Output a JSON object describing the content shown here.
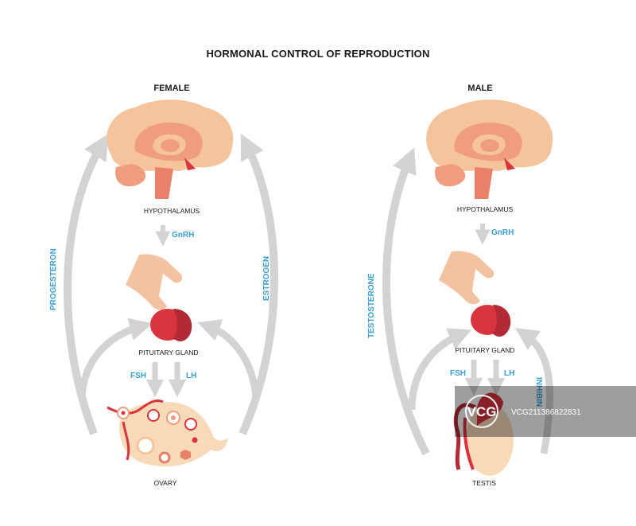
{
  "title": "HORMONAL CONTROL OF REPRODUCTION",
  "colors": {
    "hormone_text": "#3a9fd9",
    "arrow_gray": "#d3d3d3",
    "brain_light": "#f5c49c",
    "brain_mid": "#ef9d7e",
    "brain_dark": "#e98068",
    "gland_red": "#d8343e",
    "gland_dark": "#b12a35",
    "ovary": "#f8d9b8",
    "pituitary_stalk": "#f3c3a1"
  },
  "female": {
    "heading": "FEMALE",
    "hypothalamus_label": "HYPOTHALAMUS",
    "gnrh_label": "GnRH",
    "pituitary_label": "PITUITARY GLAND",
    "fsh_label": "FSH",
    "lh_label": "LH",
    "organ_label": "OVARY",
    "left_feedback_label": "PROGESTERON",
    "right_feedback_label": "ESTROGEN"
  },
  "male": {
    "heading": "MALE",
    "hypothalamus_label": "HYPOTHALAMUS",
    "gnrh_label": "GnRH",
    "pituitary_label": "PITUITARY GLAND",
    "fsh_label": "FSH",
    "lh_label": "LH",
    "organ_label": "TESTIS",
    "left_feedback_label": "TESTOSTERONE",
    "right_feedback_label": "INHIBIN"
  },
  "watermark": {
    "logo_text": "VCG",
    "id_text": "VCG211386822831"
  }
}
